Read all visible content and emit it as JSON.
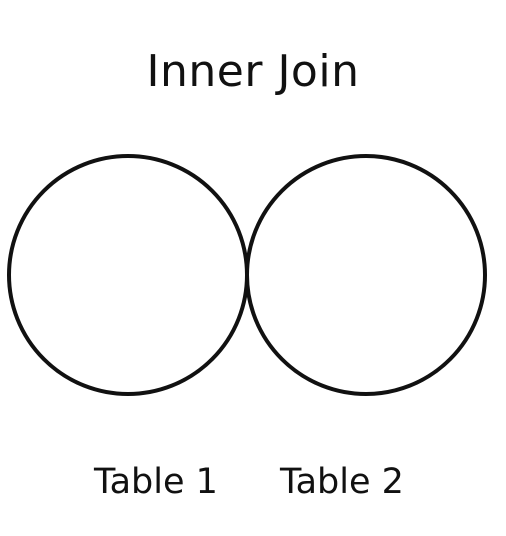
{
  "title": "Inner Join",
  "sets": [
    {
      "label": "Table 1"
    },
    {
      "label": "Table 2"
    }
  ],
  "colors": {
    "highlight": "#7ff6f7",
    "outline": "#111111",
    "background": "#ffffff"
  }
}
